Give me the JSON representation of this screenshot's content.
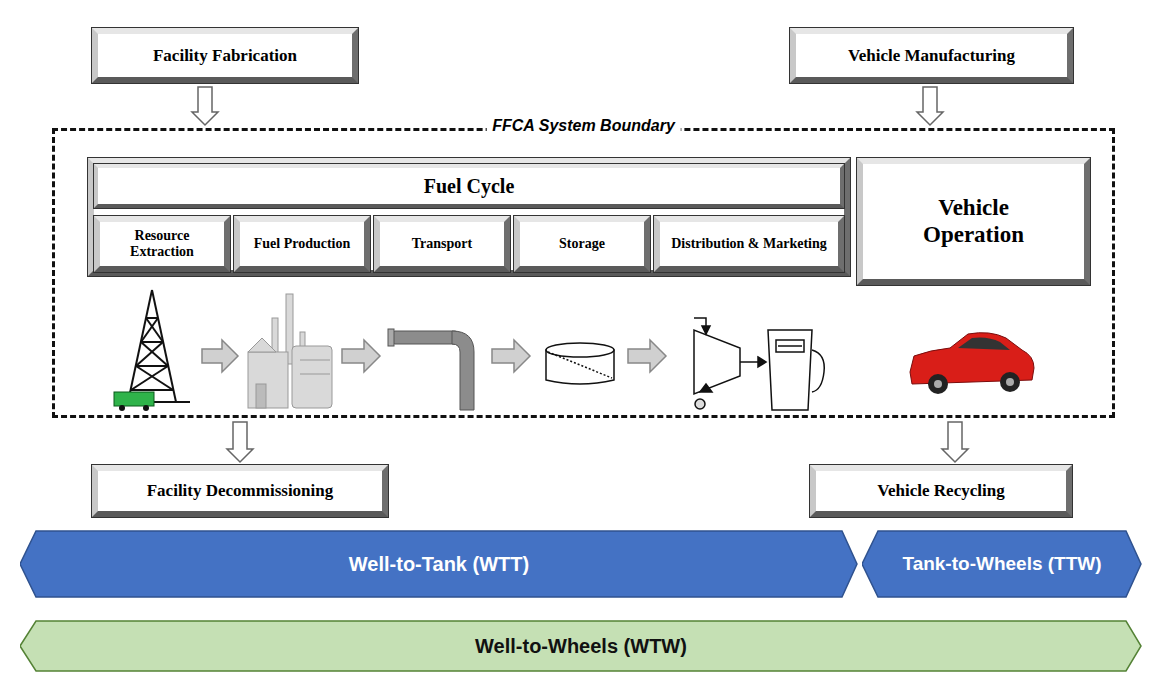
{
  "diagram": {
    "nodes": [
      {
        "text": [
          "Facility Fabrication"
        ]
      },
      {
        "text": [
          "Vehicle Manufacturing"
        ]
      },
      {
        "text": [
          "FFCA System Boundary"
        ]
      },
      {
        "text": [
          "Fuel Cycle"
        ],
        "in": 2
      },
      {
        "text": [
          "Resource Extraction"
        ],
        "in": 3
      },
      {
        "text": [
          "Fuel Production"
        ],
        "in": 3
      },
      {
        "text": [
          "Transport"
        ],
        "in": 3
      },
      {
        "text": [
          "Storage"
        ],
        "in": 3
      },
      {
        "text": [
          "Distribution & Marketing"
        ],
        "in": 3
      },
      {
        "text": [
          "Vehicle Operation"
        ],
        "in": 2
      },
      {
        "text": [
          "Facility Decommissioning"
        ]
      },
      {
        "text": [
          "Vehicle Recycling"
        ]
      },
      {
        "text": [
          "Well-to-Tank (WTT)"
        ]
      },
      {
        "text": [
          "Tank-to-Wheels (TTW)"
        ]
      },
      {
        "text": [
          "Well-to-Wheels (WTW)"
        ]
      }
    ],
    "edges": [
      {
        "from": 0,
        "to": 2,
        "arrow": "to"
      },
      {
        "from": 1,
        "to": 2,
        "arrow": "to"
      },
      {
        "from": 2,
        "to": 10,
        "arrow": "to"
      },
      {
        "from": 2,
        "to": 11,
        "arrow": "to"
      }
    ]
  }
}
